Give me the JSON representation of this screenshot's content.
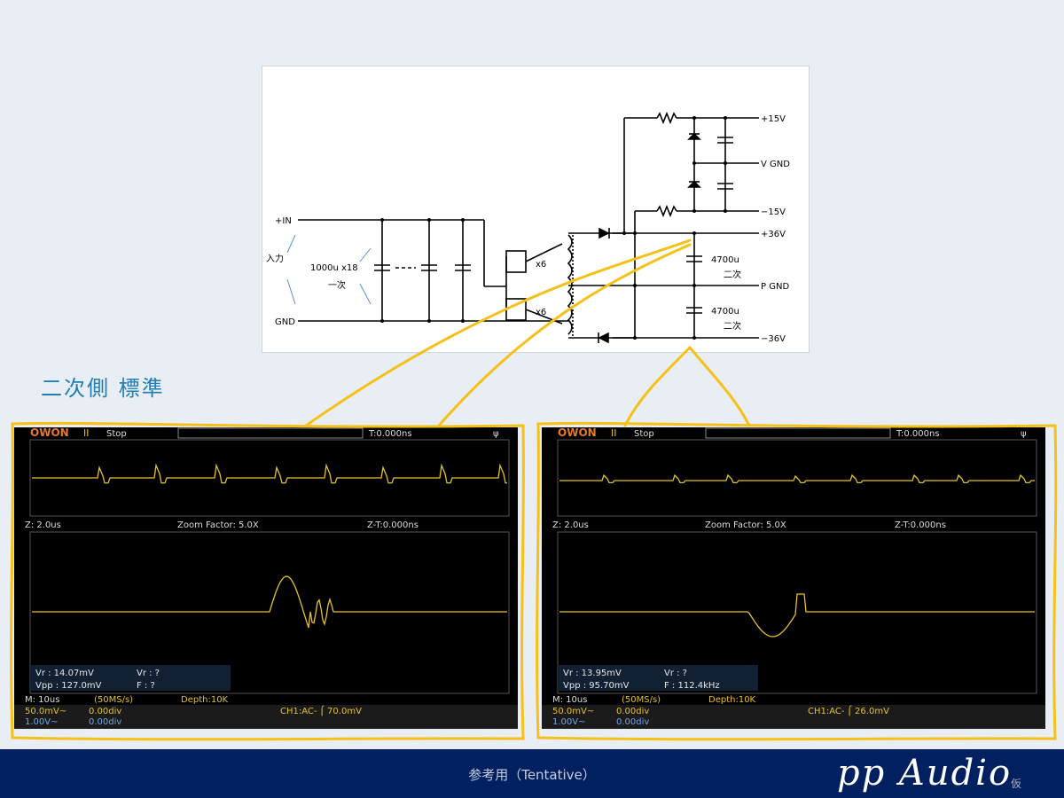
{
  "schematic": {
    "labels": {
      "plus_in": "+IN",
      "gnd": "GND",
      "input": "入力",
      "cap_bank": "1000u x18",
      "primary": "一次",
      "fet_top": "x6",
      "fet_bottom": "x6",
      "out_p15": "+15V",
      "out_vgnd": "V GND",
      "out_m15": "−15V",
      "out_p36": "+36V",
      "out_pgnd": "P GND",
      "out_m36": "−36V",
      "cap_top": "4700u",
      "secondary_top": "二次",
      "cap_bottom": "4700u",
      "secondary_bottom": "二次"
    }
  },
  "section_title": "二次側 標準",
  "scopes": [
    {
      "brand": "OWON",
      "run_state": "Stop",
      "trigger_time": "T:0.000ns",
      "zoom_z": "Z: 2.0us",
      "zoom_factor": "Zoom Factor: 5.0X",
      "zoom_zt": "Z-T:0.000ns",
      "meas": {
        "ch1_vr": "Vr : 14.07mV",
        "ch2_vr": "Vr :    ?",
        "ch1_vpp": "Vpp : 127.0mV",
        "ch1_f": "F :    ?"
      },
      "timebase": "M: 10us",
      "sample_rate": "(50MS/s)",
      "depth": "Depth:10K",
      "ch1_scale": "50.0mV~",
      "ch1_offset": "0.00div",
      "ch2_scale": "1.00V~",
      "ch2_offset": "0.00div",
      "trigger": "CH1:AC- ⌠ 70.0mV"
    },
    {
      "brand": "OWON",
      "run_state": "Stop",
      "trigger_time": "T:0.000ns",
      "zoom_z": "Z: 2.0us",
      "zoom_factor": "Zoom Factor: 5.0X",
      "zoom_zt": "Z-T:0.000ns",
      "meas": {
        "ch1_vr": "Vr : 13.95mV",
        "ch2_vr": "Vr :    ?",
        "ch1_vpp": "Vpp : 95.70mV",
        "ch1_f": "F : 112.4kHz"
      },
      "timebase": "M: 10us",
      "sample_rate": "(50MS/s)",
      "depth": "Depth:10K",
      "ch1_scale": "50.0mV~",
      "ch1_offset": "0.00div",
      "ch2_scale": "1.00V~",
      "ch2_offset": "0.00div",
      "trigger": "CH1:AC- ⌠ 26.0mV"
    }
  ],
  "footer": {
    "note": "参考用（Tentative）",
    "brand": "pp Audio",
    "brand_kana": "仮"
  },
  "colors": {
    "trace": "#e6c228",
    "highlight": "#f5c118",
    "footer_bg": "#002060",
    "title": "#1f7fb5"
  }
}
